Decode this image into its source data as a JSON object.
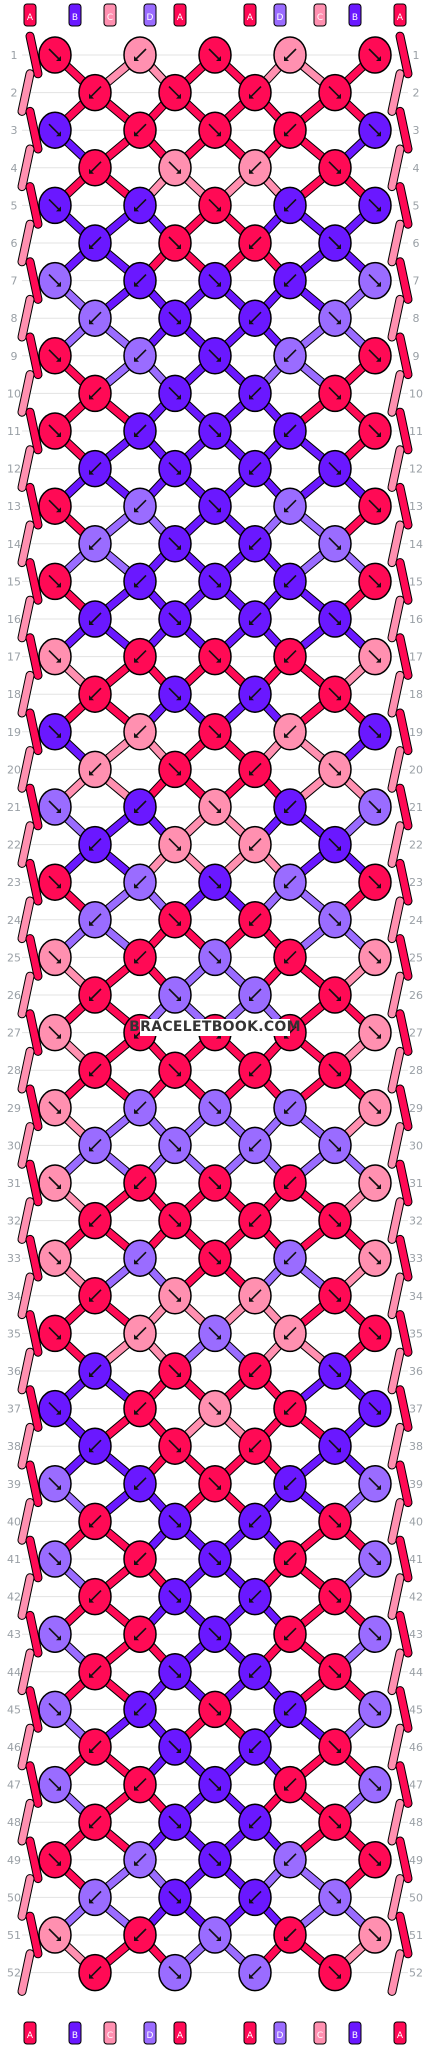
{
  "pattern": {
    "watermark": "BRACELETBOOK.COM",
    "strings_top": [
      "A",
      "B",
      "C",
      "D",
      "A",
      "A",
      "D",
      "C",
      "B",
      "A"
    ],
    "strings_bottom": [
      "A",
      "B",
      "C",
      "D",
      "A",
      "A",
      "D",
      "C",
      "B",
      "A"
    ],
    "row_count": 52,
    "colors": {
      "A": "#ff0a55",
      "B": "#6a18ff",
      "C": "#ff90b0",
      "D": "#9a6cff"
    },
    "knot_rows_even": [
      [
        "A",
        "C",
        "A",
        "C",
        "A"
      ],
      [
        "B",
        "A",
        "A",
        "A",
        "B"
      ],
      [
        "B",
        "B",
        "A",
        "B",
        "B"
      ],
      [
        "D",
        "B",
        "B",
        "B",
        "D"
      ],
      [
        "A",
        "D",
        "B",
        "D",
        "A"
      ],
      [
        "A",
        "B",
        "B",
        "B",
        "A"
      ],
      [
        "A",
        "D",
        "B",
        "D",
        "A"
      ],
      [
        "A",
        "B",
        "B",
        "B",
        "A"
      ],
      [
        "C",
        "A",
        "A",
        "A",
        "C"
      ],
      [
        "B",
        "C",
        "A",
        "C",
        "B"
      ],
      [
        "D",
        "B",
        "C",
        "B",
        "D"
      ],
      [
        "A",
        "D",
        "B",
        "D",
        "A"
      ],
      [
        "C",
        "A",
        "D",
        "A",
        "C"
      ],
      [
        "C",
        "A",
        "A",
        "A",
        "C"
      ],
      [
        "C",
        "D",
        "D",
        "D",
        "C"
      ],
      [
        "C",
        "A",
        "A",
        "A",
        "C"
      ],
      [
        "C",
        "D",
        "A",
        "D",
        "C"
      ],
      [
        "A",
        "C",
        "D",
        "C",
        "A"
      ],
      [
        "B",
        "A",
        "C",
        "A",
        "B"
      ],
      [
        "D",
        "B",
        "A",
        "B",
        "D"
      ],
      [
        "D",
        "A",
        "B",
        "A",
        "D"
      ],
      [
        "D",
        "A",
        "B",
        "A",
        "D"
      ],
      [
        "D",
        "B",
        "A",
        "B",
        "D"
      ],
      [
        "D",
        "A",
        "B",
        "A",
        "D"
      ],
      [
        "A",
        "D",
        "B",
        "D",
        "A"
      ],
      [
        "C",
        "A",
        "D",
        "A",
        "C"
      ]
    ],
    "knot_rows_odd": [
      [
        "A",
        "A",
        "A",
        "A"
      ],
      [
        "A",
        "C",
        "C",
        "A"
      ],
      [
        "B",
        "A",
        "A",
        "B"
      ],
      [
        "D",
        "B",
        "B",
        "D"
      ],
      [
        "A",
        "B",
        "B",
        "A"
      ],
      [
        "B",
        "B",
        "B",
        "B"
      ],
      [
        "D",
        "B",
        "B",
        "D"
      ],
      [
        "B",
        "B",
        "B",
        "B"
      ],
      [
        "A",
        "B",
        "B",
        "A"
      ],
      [
        "C",
        "A",
        "A",
        "C"
      ],
      [
        "B",
        "C",
        "C",
        "B"
      ],
      [
        "D",
        "A",
        "A",
        "D"
      ],
      [
        "A",
        "D",
        "D",
        "A"
      ],
      [
        "A",
        "A",
        "A",
        "A"
      ],
      [
        "D",
        "D",
        "D",
        "D"
      ],
      [
        "A",
        "A",
        "A",
        "A"
      ],
      [
        "A",
        "C",
        "C",
        "A"
      ],
      [
        "B",
        "A",
        "A",
        "B"
      ],
      [
        "B",
        "A",
        "A",
        "B"
      ],
      [
        "A",
        "B",
        "B",
        "A"
      ],
      [
        "A",
        "B",
        "B",
        "A"
      ],
      [
        "A",
        "B",
        "B",
        "A"
      ],
      [
        "A",
        "B",
        "B",
        "A"
      ],
      [
        "A",
        "B",
        "B",
        "A"
      ],
      [
        "D",
        "B",
        "B",
        "D"
      ],
      [
        "A",
        "D",
        "D",
        "A"
      ]
    ]
  }
}
